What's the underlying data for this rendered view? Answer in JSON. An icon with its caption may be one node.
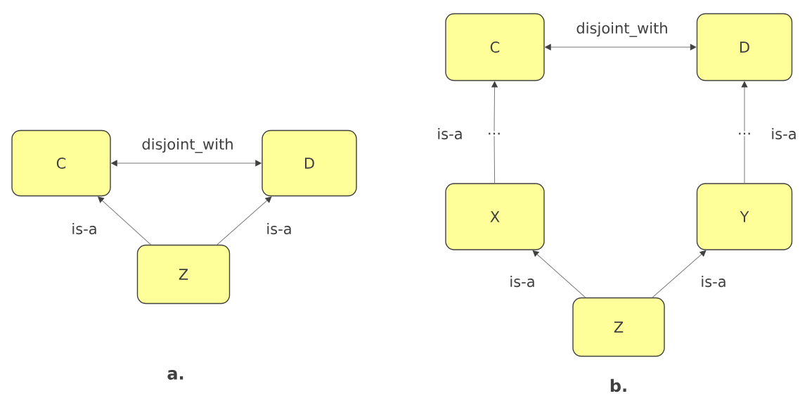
{
  "diagram": {
    "nodes": [
      {
        "text": [
          "C"
        ]
      },
      {
        "text": [
          "D"
        ]
      },
      {
        "text": [
          "Z"
        ]
      },
      {
        "text": [
          "C"
        ]
      },
      {
        "text": [
          "D"
        ]
      },
      {
        "text": [
          "..."
        ]
      },
      {
        "text": [
          "X"
        ]
      },
      {
        "text": [
          "..."
        ]
      },
      {
        "text": [
          "Y"
        ]
      },
      {
        "text": [
          "Z"
        ]
      }
    ],
    "edges": [
      {
        "from": 0,
        "to": 1,
        "arrow": "both",
        "label": "disjoint_with"
      },
      {
        "from": 2,
        "to": 0,
        "arrow": "to",
        "label": "is-a"
      },
      {
        "from": 2,
        "to": 1,
        "arrow": "to",
        "label": "is-a"
      },
      {
        "from": 3,
        "to": 4,
        "arrow": "both",
        "label": "disjoint_with"
      },
      {
        "from": 6,
        "to": 5,
        "arrow": "none"
      },
      {
        "from": 5,
        "to": 3,
        "arrow": "to",
        "label": "is-a"
      },
      {
        "from": 8,
        "to": 7,
        "arrow": "none"
      },
      {
        "from": 7,
        "to": 4,
        "arrow": "to",
        "label": "is-a"
      },
      {
        "from": 9,
        "to": 6,
        "arrow": "to",
        "label": "is-a"
      },
      {
        "from": 9,
        "to": 8,
        "arrow": "to",
        "label": "is-a"
      }
    ],
    "labels": [
      "a.",
      "b."
    ]
  }
}
